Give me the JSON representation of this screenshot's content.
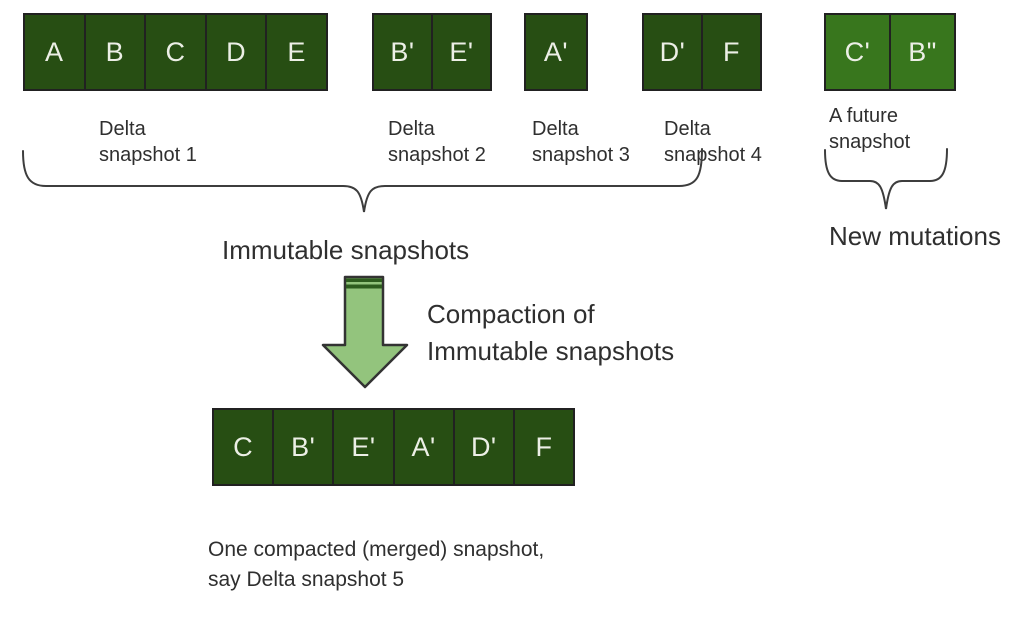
{
  "diagram": {
    "groups": [
      {
        "cells": [
          "A",
          "B",
          "C",
          "D",
          "E"
        ],
        "label": "Delta\nsnapshot 1"
      },
      {
        "cells": [
          "B'",
          "E'"
        ],
        "label": "Delta\nsnapshot 2"
      },
      {
        "cells": [
          "A'"
        ],
        "label": "Delta\nsnapshot 3"
      },
      {
        "cells": [
          "D'",
          "F"
        ],
        "label": "Delta\nsnapshot 4"
      },
      {
        "cells": [
          "C'",
          "B\""
        ],
        "label": "A future\nsnapshot"
      }
    ],
    "immutable_label": "Immutable snapshots",
    "new_mutations_label": "New mutations",
    "compaction_label": "Compaction of\nImmutable snapshots",
    "compacted": {
      "cells": [
        "C",
        "B'",
        "E'",
        "A'",
        "D'",
        "F"
      ],
      "caption": "One compacted (merged) snapshot,\nsay Delta snapshot 5"
    },
    "colors": {
      "snapshot_fill": "#274e13",
      "future_snapshot_fill": "#38761d",
      "arrow_fill": "#93c47d",
      "arrow_stripe": "#2d5c1e",
      "box_border": "#212121",
      "cell_text": "#ecefe6",
      "label_text": "#2f2f2f",
      "brace_stroke": "#3d3d3d"
    }
  }
}
